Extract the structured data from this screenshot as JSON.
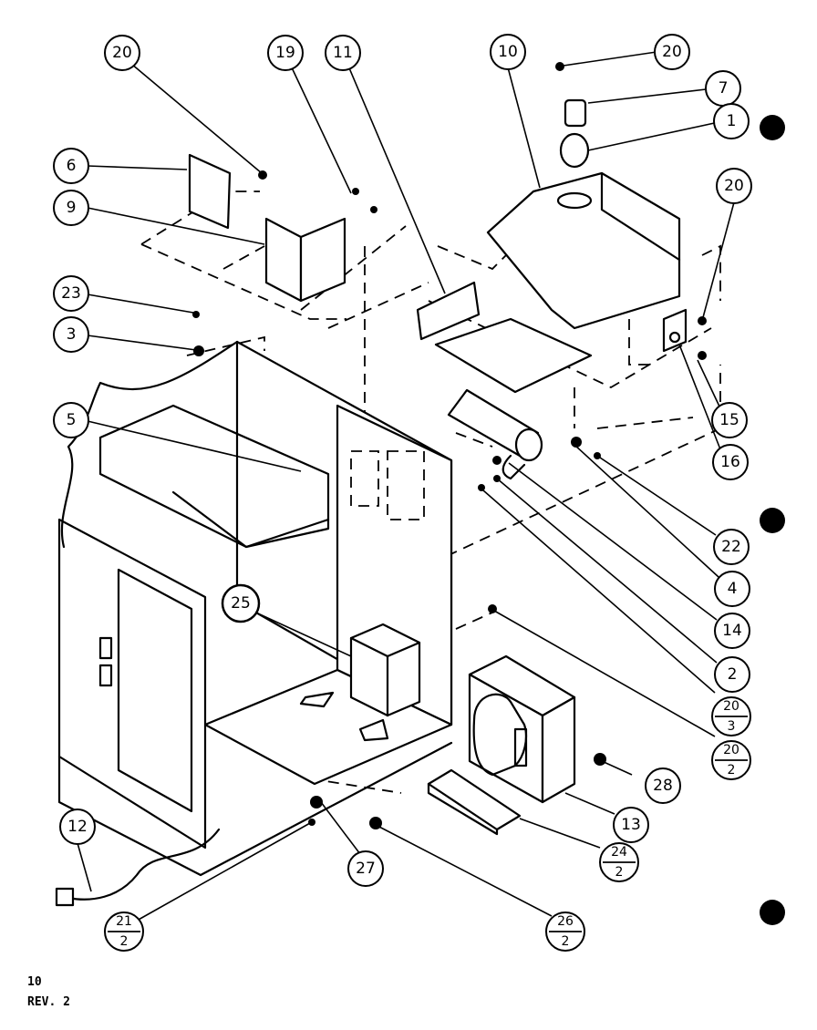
{
  "diagram": {
    "callouts": [
      {
        "id": "c20a",
        "label": "20"
      },
      {
        "id": "c19",
        "label": "19"
      },
      {
        "id": "c11",
        "label": "11"
      },
      {
        "id": "c10",
        "label": "10"
      },
      {
        "id": "c20b",
        "label": "20"
      },
      {
        "id": "c7",
        "label": "7"
      },
      {
        "id": "c1",
        "label": "1"
      },
      {
        "id": "c6",
        "label": "6"
      },
      {
        "id": "c20c",
        "label": "20"
      },
      {
        "id": "c9",
        "label": "9"
      },
      {
        "id": "c23",
        "label": "23"
      },
      {
        "id": "c3",
        "label": "3"
      },
      {
        "id": "c5",
        "label": "5"
      },
      {
        "id": "c15",
        "label": "15"
      },
      {
        "id": "c16",
        "label": "16"
      },
      {
        "id": "c22",
        "label": "22"
      },
      {
        "id": "c4",
        "label": "4"
      },
      {
        "id": "c25",
        "label": "25"
      },
      {
        "id": "c14",
        "label": "14"
      },
      {
        "id": "c2",
        "label": "2"
      },
      {
        "id": "c28",
        "label": "28"
      },
      {
        "id": "c13",
        "label": "13"
      },
      {
        "id": "c12",
        "label": "12"
      },
      {
        "id": "c27",
        "label": "27"
      }
    ],
    "fraction_callouts": [
      {
        "id": "f20-3",
        "top": "20",
        "bottom": "3"
      },
      {
        "id": "f20-2",
        "top": "20",
        "bottom": "2"
      },
      {
        "id": "f24-2",
        "top": "24",
        "bottom": "2"
      },
      {
        "id": "f26-2",
        "top": "26",
        "bottom": "2"
      },
      {
        "id": "f21-2",
        "top": "21",
        "bottom": "2"
      }
    ]
  },
  "footer": {
    "page_number": "10",
    "revision": "REV. 2"
  }
}
